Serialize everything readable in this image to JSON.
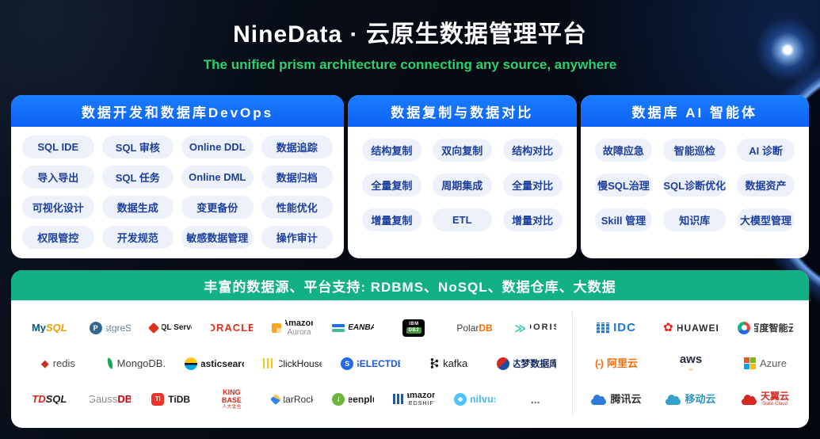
{
  "header": {
    "title": "NineData · 云原生数据管理平台",
    "subtitle": "The unified prism architecture connecting any source, anywhere"
  },
  "accent_colors": {
    "card_header_blue": "#1070f8",
    "pill_text_blue": "#1d3f9e",
    "pill_bg": "#edf1fa",
    "banner_green": "#12b185",
    "subtitle_green": "#2bd16c"
  },
  "cards": [
    {
      "title": "数据开发和数据库DevOps",
      "pills": [
        "SQL IDE",
        "SQL 审核",
        "Online DDL",
        "数据追踪",
        "导入导出",
        "SQL 任务",
        "Online DML",
        "数据归档",
        "可视化设计",
        "数据生成",
        "变更备份",
        "性能优化",
        "权限管控",
        "开发规范",
        "敏感数据管理",
        "操作审计"
      ]
    },
    {
      "title": "数据复制与数据对比",
      "pills": [
        "结构复制",
        "双向复制",
        "结构对比",
        "全量复制",
        "周期集成",
        "全量对比",
        "增量复制",
        "ETL",
        "增量对比"
      ]
    },
    {
      "title": "数据库 AI 智能体",
      "pills": [
        "故障应急",
        "智能巡检",
        "AI 诊断",
        "慢SQL治理",
        "SQL诊断优化",
        "数据资产",
        "Skill 管理",
        "知识库",
        "大模型管理"
      ]
    }
  ],
  "sources": {
    "banner": "丰富的数据源、平台支持: RDBMS、NoSQL、数据仓库、大数据",
    "left_rows": [
      [
        {
          "name": "mysql",
          "lines": [
            [
              {
                "t": "My",
                "c": "#00618a",
                "b": 1,
                "s": 13
              },
              {
                "t": "SQL",
                "c": "#e8a000",
                "b": 1,
                "i": 1,
                "s": 13
              }
            ]
          ]
        },
        {
          "name": "postgresql",
          "icon": "postgresql-logo",
          "lines": [
            [
              {
                "t": "PostgreSQL",
                "c": "#6b7f93",
                "s": 12
              }
            ]
          ]
        },
        {
          "name": "sql-server",
          "icon": "sqlserver-logo",
          "lines": [
            [
              {
                "t": "SQL Server",
                "c": "#1a1a1a",
                "b": 1,
                "s": 10
              }
            ]
          ]
        },
        {
          "name": "oracle",
          "lines": [
            [
              {
                "t": "ORACLE",
                "c": "#e0301e",
                "b": 1,
                "s": 13,
                "ls": 1
              }
            ]
          ]
        },
        {
          "name": "amazon-aurora",
          "icon": "aurora-logo",
          "lines": [
            [
              {
                "t": "Amazon",
                "c": "#1a1a1a",
                "b": 1,
                "s": 11
              }
            ],
            [
              {
                "t": "Aurora",
                "c": "#8a9096",
                "s": 10
              }
            ]
          ]
        },
        {
          "name": "oceanbase",
          "icon": "oceanbase-logo",
          "lines": [
            [
              {
                "t": "OCEANBASE",
                "c": "#111111",
                "b": 1,
                "i": 1,
                "s": 10
              }
            ]
          ]
        },
        {
          "name": "ibm-db2",
          "icon": "ibmdb2-logo",
          "lines": []
        },
        {
          "name": "polardb",
          "lines": [
            [
              {
                "t": "Polar",
                "c": "#3f3f3f",
                "s": 12
              },
              {
                "t": "DB",
                "c": "#ff6a00",
                "b": 1,
                "s": 12
              }
            ]
          ]
        },
        {
          "name": "doris",
          "icon": "doris-logo",
          "lines": [
            [
              {
                "t": "DORIS",
                "c": "#2b2b2b",
                "b": 1,
                "s": 11,
                "ls": 2
              }
            ]
          ]
        }
      ],
      [
        {
          "name": "redis",
          "icon": "redis-logo",
          "lines": [
            [
              {
                "t": "redis",
                "c": "#4a4a4a",
                "s": 13
              }
            ]
          ]
        },
        {
          "name": "mongodb",
          "icon": "mongodb-logo",
          "lines": [
            [
              {
                "t": "MongoDB.",
                "c": "#3e3e3e",
                "s": 13
              }
            ]
          ]
        },
        {
          "name": "elasticsearch",
          "icon": "elastic-logo",
          "lines": [
            [
              {
                "t": "elasticsearch",
                "c": "#1a1a1a",
                "b": 1,
                "s": 12
              }
            ]
          ]
        },
        {
          "name": "clickhouse",
          "icon": "clickhouse-logo",
          "lines": [
            [
              {
                "t": "ClickHouse",
                "c": "#1a1a1a",
                "s": 12
              }
            ]
          ]
        },
        {
          "name": "selectdb",
          "icon": "selectdb-logo",
          "lines": [
            [
              {
                "t": "SELECTDB",
                "c": "#1e56d6",
                "b": 1,
                "s": 12
              }
            ]
          ]
        },
        {
          "name": "kafka",
          "icon": "kafka-logo",
          "lines": [
            [
              {
                "t": "kafka",
                "c": "#1a1a1a",
                "s": 13
              }
            ]
          ]
        },
        {
          "name": "dameng-database",
          "icon": "dameng-logo",
          "lines": [
            [
              {
                "t": "达梦数据库",
                "c": "#152a63",
                "b": 1,
                "s": 12
              }
            ]
          ]
        }
      ],
      [
        {
          "name": "tdsql",
          "lines": [
            [
              {
                "t": "TD",
                "c": "#e02020",
                "b": 1,
                "i": 1,
                "s": 13
              },
              {
                "t": "SQL",
                "c": "#222222",
                "b": 1,
                "i": 1,
                "s": 13
              }
            ]
          ]
        },
        {
          "name": "gaussdb",
          "lines": [
            [
              {
                "t": "Gauss",
                "c": "#8b8b8b",
                "s": 13
              },
              {
                "t": "DB",
                "c": "#c7000b",
                "b": 1,
                "s": 13
              }
            ]
          ]
        },
        {
          "name": "tidb",
          "icon": "tidb-logo",
          "lines": [
            [
              {
                "t": "TiDB",
                "c": "#1a1a1a",
                "b": 1,
                "s": 12
              }
            ]
          ]
        },
        {
          "name": "kingbase",
          "lines": [
            [
              {
                "t": "KING",
                "c": "#d5281e",
                "b": 1,
                "s": 9
              }
            ],
            [
              {
                "t": "BASE",
                "c": "#d5281e",
                "b": 1,
                "s": 9
              }
            ],
            [
              {
                "t": "人大金仓",
                "c": "#d5281e",
                "s": 6
              }
            ]
          ]
        },
        {
          "name": "starrocks",
          "icon": "starrocks-logo",
          "lines": [
            [
              {
                "t": "StarRocks",
                "c": "#333333",
                "s": 12
              }
            ]
          ]
        },
        {
          "name": "greenplum",
          "icon": "greenplum-logo",
          "lines": [
            [
              {
                "t": "Greenplum",
                "c": "#1a1a1a",
                "b": 1,
                "s": 12
              }
            ]
          ]
        },
        {
          "name": "amazon-redshift",
          "icon": "redshift-logo",
          "lines": [
            [
              {
                "t": "amazon",
                "c": "#1a1a1a",
                "b": 1,
                "s": 11
              }
            ],
            [
              {
                "t": "REDSHIFT",
                "c": "#1a1a1a",
                "s": 7,
                "ls": 1
              }
            ]
          ]
        },
        {
          "name": "milvus",
          "icon": "milvus-logo",
          "lines": [
            [
              {
                "t": "milvus",
                "c": "#4fb8f0",
                "b": 1,
                "s": 13
              }
            ]
          ]
        },
        {
          "name": "more",
          "lines": [
            [
              {
                "t": "...",
                "c": "#666666",
                "b": 1,
                "s": 14
              }
            ]
          ]
        }
      ]
    ],
    "right_rows": [
      [
        {
          "name": "idc",
          "icon": "idc-logo",
          "lines": [
            [
              {
                "t": "IDC",
                "c": "#2176d9",
                "b": 1,
                "s": 15,
                "ls": 1
              }
            ]
          ]
        },
        {
          "name": "huawei",
          "icon": "huawei-logo",
          "lines": [
            [
              {
                "t": "HUAWEI",
                "c": "#2b2b2b",
                "b": 1,
                "s": 12,
                "ls": 1
              }
            ]
          ]
        },
        {
          "name": "baidu-cloud",
          "icon": "baidu-logo",
          "lines": [
            [
              {
                "t": "百度智能云",
                "c": "#333333",
                "b": 1,
                "s": 12
              }
            ]
          ]
        }
      ],
      [
        {
          "name": "alibaba-cloud",
          "icon": "ali-logo",
          "lines": [
            [
              {
                "t": "阿里云",
                "c": "#ff6a00",
                "b": 1,
                "s": 13
              }
            ]
          ]
        },
        {
          "name": "aws",
          "lines": [
            [
              {
                "t": "aws",
                "c": "#232f3e",
                "b": 1,
                "s": 15
              }
            ],
            [
              {
                "t": "⌣",
                "c": "#ff9900",
                "b": 1,
                "s": 9
              }
            ]
          ]
        },
        {
          "name": "azure",
          "icon": "azure-logo",
          "lines": [
            [
              {
                "t": "Azure",
                "c": "#5f5f5f",
                "s": 13
              }
            ]
          ]
        }
      ],
      [
        {
          "name": "tencent-cloud",
          "icon": "tencent-logo",
          "lines": [
            [
              {
                "t": "腾讯云",
                "c": "#333333",
                "b": 1,
                "s": 13
              }
            ]
          ]
        },
        {
          "name": "mobile-cloud",
          "icon": "mobile-logo",
          "lines": [
            [
              {
                "t": "移动云",
                "c": "#2b94c9",
                "b": 1,
                "s": 13
              }
            ]
          ]
        },
        {
          "name": "tianyi-cloud",
          "icon": "tianyi-logo",
          "lines": [
            [
              {
                "t": "天翼云",
                "c": "#d5281e",
                "b": 1,
                "s": 12
              }
            ],
            [
              {
                "t": "State-Cloud",
                "c": "#d5281e",
                "s": 6
              }
            ]
          ]
        }
      ]
    ]
  }
}
